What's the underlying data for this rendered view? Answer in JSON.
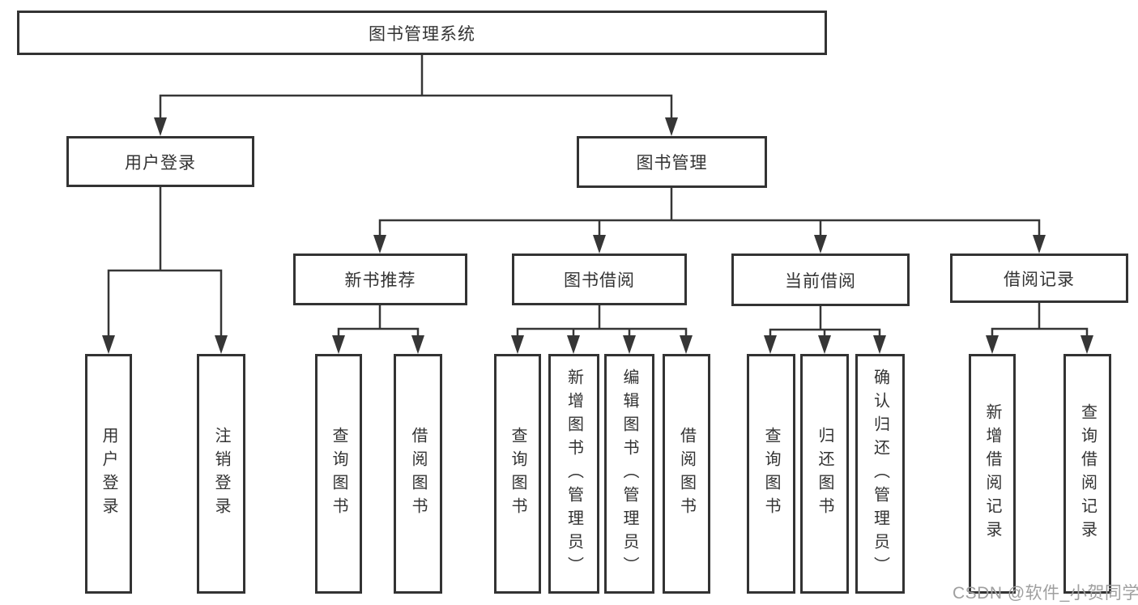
{
  "diagram": {
    "type": "hierarchy-tree",
    "tree": {
      "root": {
        "label": "图书管理系统",
        "children": [
          {
            "label": "用户登录",
            "children": [
              {
                "label": "用户登录"
              },
              {
                "label": "注销登录"
              }
            ]
          },
          {
            "label": "图书管理",
            "children": [
              {
                "label": "新书推荐",
                "children": [
                  {
                    "label": "查询图书"
                  },
                  {
                    "label": "借阅图书"
                  }
                ]
              },
              {
                "label": "图书借阅",
                "children": [
                  {
                    "label": "查询图书"
                  },
                  {
                    "label": "新增图书（管理员）"
                  },
                  {
                    "label": "编辑图书（管理员）"
                  },
                  {
                    "label": "借阅图书"
                  }
                ]
              },
              {
                "label": "当前借阅",
                "children": [
                  {
                    "label": "查询图书"
                  },
                  {
                    "label": "归还图书"
                  },
                  {
                    "label": "确认归还（管理员）"
                  }
                ]
              },
              {
                "label": "借阅记录",
                "children": [
                  {
                    "label": "新增借阅记录"
                  },
                  {
                    "label": "查询借阅记录"
                  }
                ]
              }
            ]
          }
        ]
      }
    },
    "colors": {
      "line": "#363636",
      "box_border": "#333333",
      "box_fill": "#ffffff",
      "text": "#333333",
      "watermark": "#9f9f9f",
      "background": "#ffffff"
    }
  },
  "watermark": {
    "text": "CSDN @软件_小贺同学"
  }
}
